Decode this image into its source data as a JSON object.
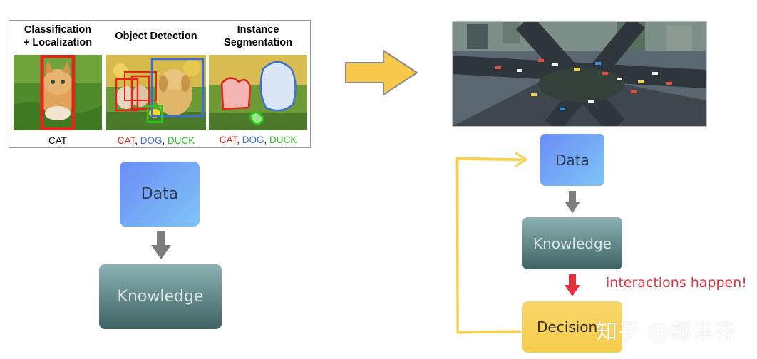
{
  "vision": {
    "col1_title": "Classification\n+ Localization",
    "col2_title": "Object Detection",
    "col3_title": "Instance\nSegmentation",
    "col1_label": "CAT",
    "col2_label": [
      "CAT",
      ", ",
      "DOG",
      ", ",
      "DUCK"
    ],
    "col3_label": [
      "CAT",
      ", ",
      "DOG",
      ", ",
      "DUCK"
    ]
  },
  "left_flow": {
    "data": "Data",
    "knowledge": "Knowledge"
  },
  "right_flow": {
    "data": "Data",
    "knowledge": "Knowledge",
    "decision": "Decision",
    "interaction_note": "interactions happen!"
  },
  "watermark": "知乎 @都津齐",
  "colors": {
    "cat": "#e3261b",
    "dog": "#3a6fd8",
    "duck": "#28c51a",
    "arrow_gray": "#7d7d7d",
    "arrow_red": "#e0323c",
    "loop_yellow": "#f6cf4c"
  }
}
